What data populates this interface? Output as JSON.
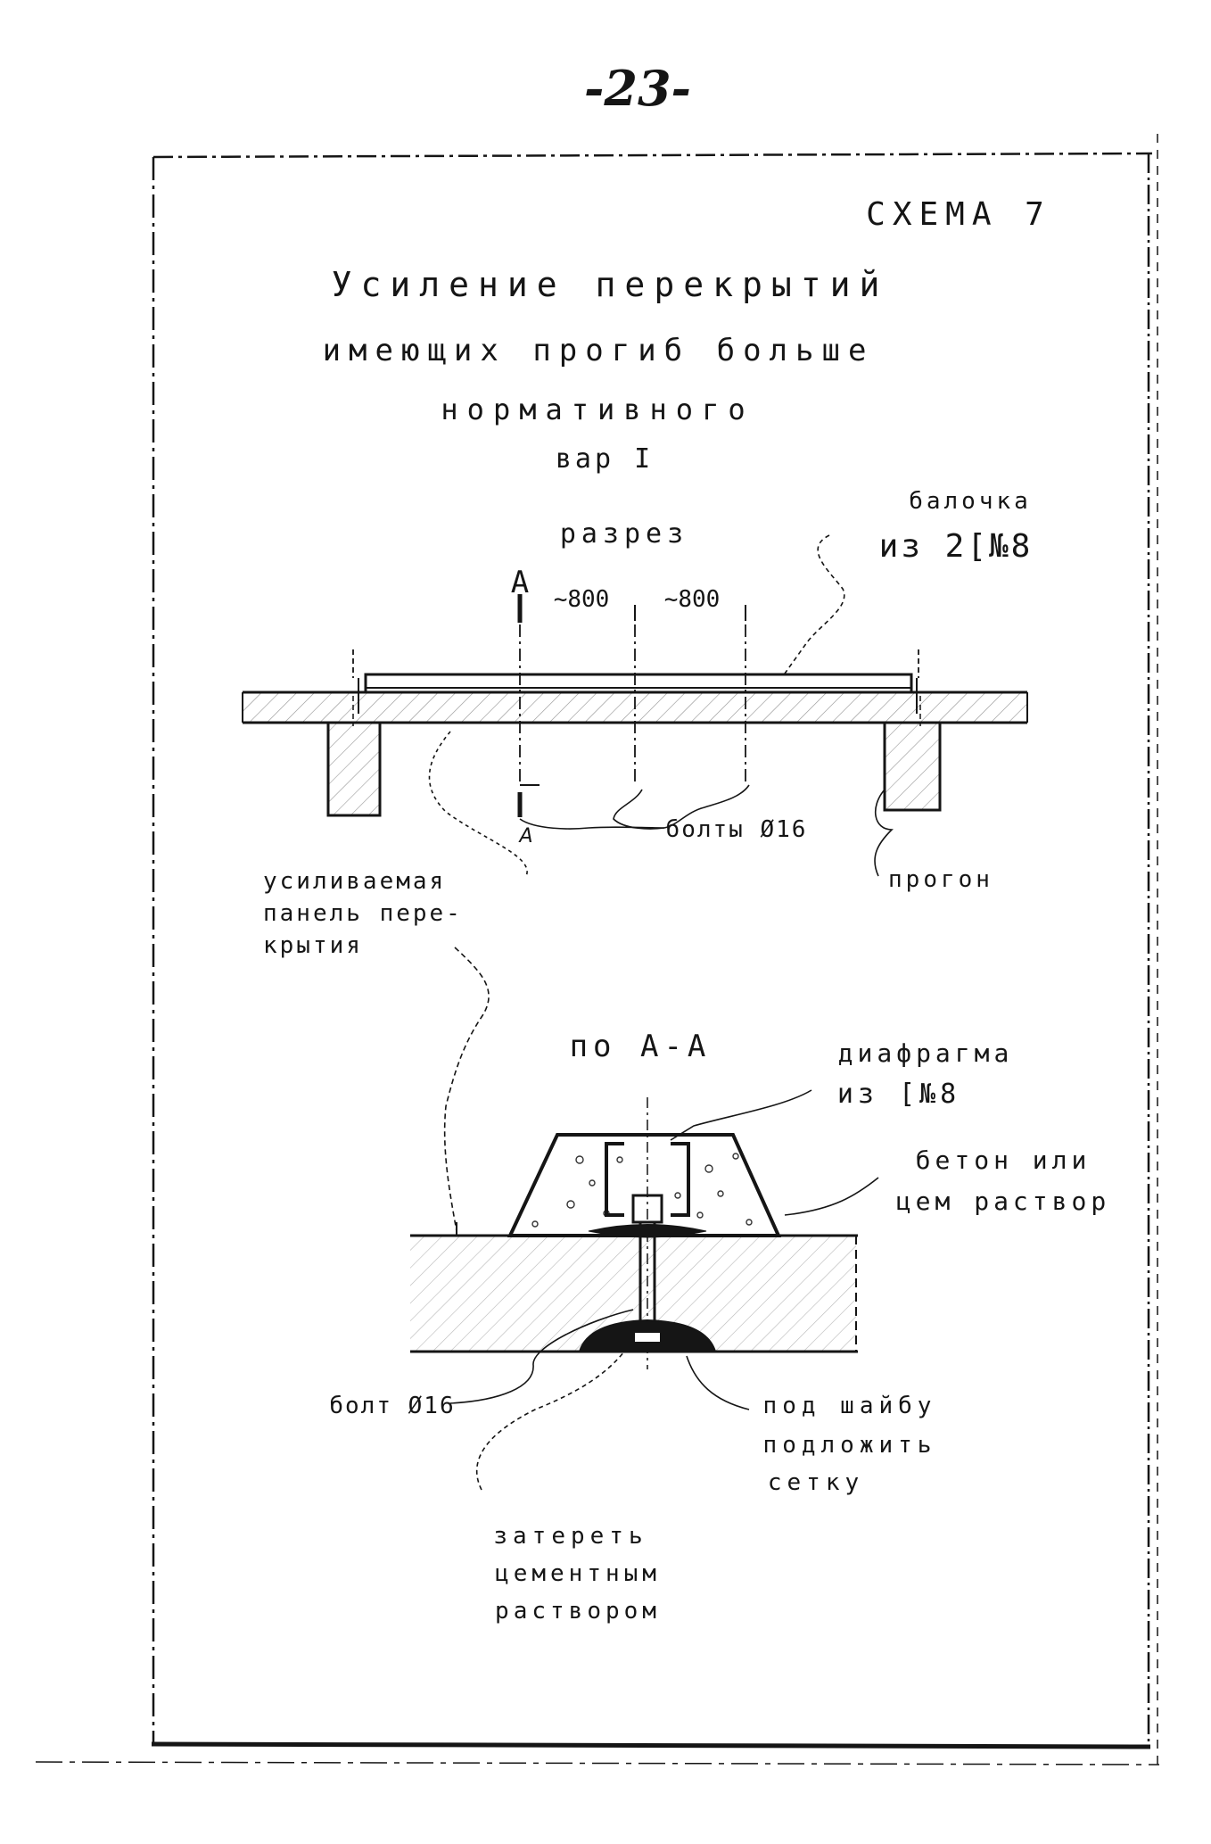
{
  "page": {
    "number": "-23-"
  },
  "header": {
    "scheme": "СХЕМА 7",
    "title_line1": "Усиление перекрытий",
    "title_line2": "имеющих прогиб больше",
    "title_line3": "нормативного",
    "variant": "вар I"
  },
  "section1": {
    "label": "разрез",
    "mark_top": "А",
    "mark_bottom": "А",
    "dim_left": "~800",
    "dim_right": "~800",
    "beam_label_1": "балочка",
    "beam_label_2": "из 2[№8",
    "bolts_label": "болты Ø16",
    "purlin_label": "прогон",
    "panel_label_1": "усиливаемая",
    "panel_label_2": "панель пере-",
    "panel_label_3": "крытия"
  },
  "section2": {
    "label": "по А-А",
    "diaphragm_1": "диафрагма",
    "diaphragm_2": "из [№8",
    "concrete_1": "бетон или",
    "concrete_2": "цем раствор",
    "bolt_label": "болт Ø16",
    "washer_1": "под шайбу",
    "washer_2": "подложить",
    "washer_3": "сетку",
    "rub_1": "затереть",
    "rub_2": "цементным",
    "rub_3": "раствором"
  },
  "colors": {
    "ink": "#151515",
    "paper": "#ffffff"
  }
}
